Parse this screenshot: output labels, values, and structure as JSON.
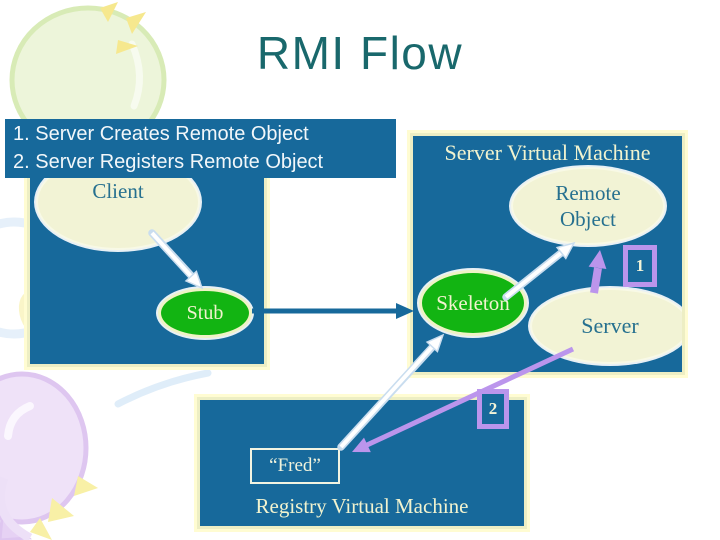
{
  "slide": {
    "title": "RMI Flow"
  },
  "overlay": {
    "line1": "1. Server Creates Remote Object",
    "line2": "2. Server Registers Remote Object"
  },
  "client_vm": {
    "client_label": "Client",
    "stub_label": "Stub"
  },
  "server_vm": {
    "label": "Server Virtual Machine",
    "remote_object_label": "Remote\nObject",
    "skeleton_label": "Skeleton",
    "server_label": "Server"
  },
  "registry_vm": {
    "label": "Registry Virtual Machine",
    "name_entry": "“Fred”"
  },
  "badges": {
    "step1": "1",
    "step2": "2"
  },
  "colors": {
    "panel": "#17699B",
    "panel-border": "#EDEEC4",
    "panel-glow": "#FFFCD2",
    "cream": "#F2F3D5",
    "green": "#12B412",
    "purple": "#BB95EC",
    "title-text": "#19686C",
    "node-text": "#26708F",
    "cream-text": "#F1F3CF",
    "overlay-text": "#F2F7FA"
  }
}
